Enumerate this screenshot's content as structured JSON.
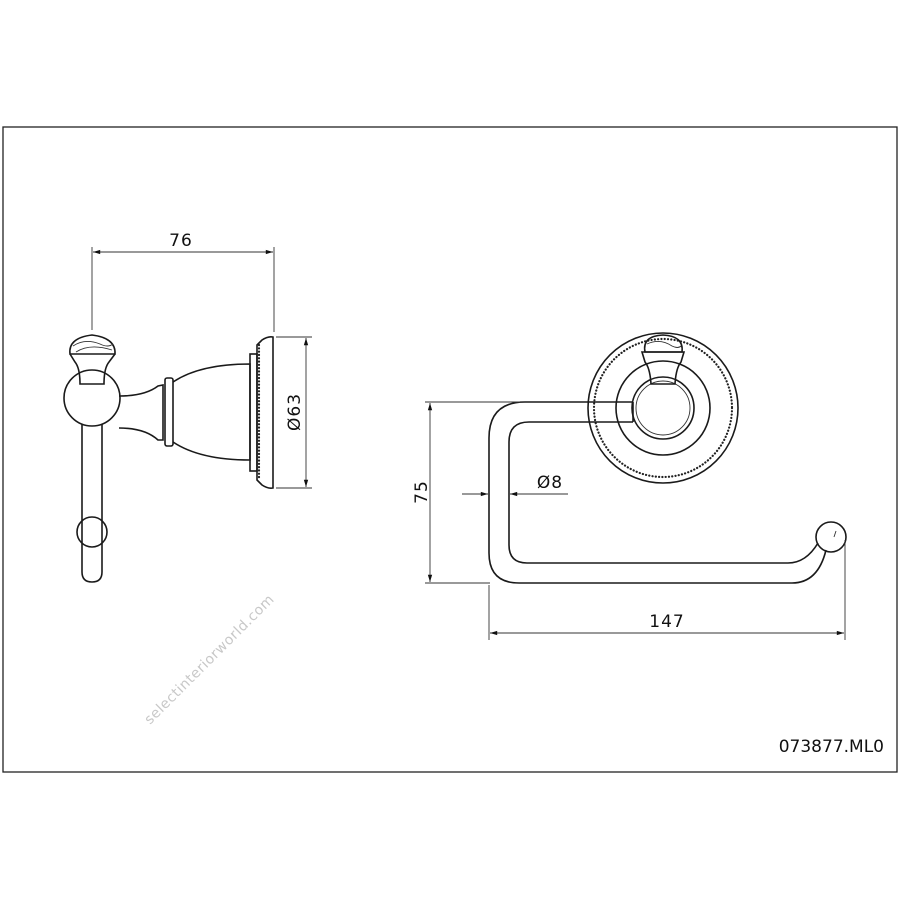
{
  "drawing": {
    "code": "073877.ML0",
    "watermark": "selectinteriorworld.com",
    "side_view": {
      "depth_label": "76",
      "plate_diameter_label": "Ø63"
    },
    "front_view": {
      "height_label": "75",
      "rod_diameter_label": "Ø8",
      "width_label": "147"
    }
  }
}
